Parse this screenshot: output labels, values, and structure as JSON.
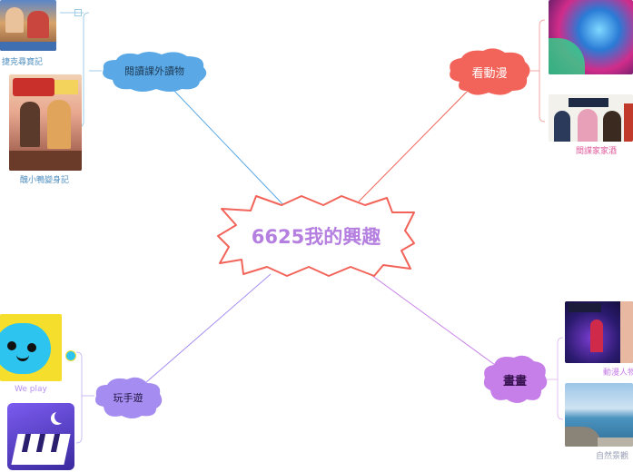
{
  "central": {
    "text": "6625我的興趣"
  },
  "branches": {
    "reading": {
      "label": "閱讀課外讀物",
      "color": "#5aa9e6",
      "items": [
        "捷克尋寶記",
        "醜小鴨變身記"
      ]
    },
    "anime": {
      "label": "看動漫",
      "color": "#f2645a",
      "items": [
        "間諜家家酒"
      ]
    },
    "games": {
      "label": "玩手遊",
      "color": "#a58cf0",
      "items": [
        "We play"
      ]
    },
    "drawing": {
      "label": "畫畫",
      "color": "#c67ee8",
      "items": [
        "動漫人物",
        "自然景觀"
      ]
    }
  },
  "colors": {
    "central_border": "#f2645a",
    "central_text": "#b57fe0",
    "caption_blue": "#4f8fc0",
    "caption_pink": "#e0589a",
    "caption_purple": "#b78ef0",
    "caption_gray": "#9aa0b5"
  }
}
